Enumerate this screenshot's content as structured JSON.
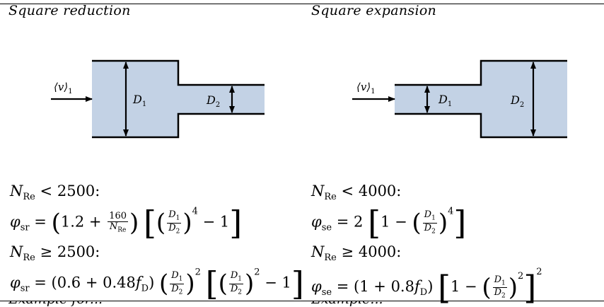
{
  "left": {
    "title": "Square reduction",
    "labels": {
      "v": "⟨v⟩",
      "v_sub": "1",
      "d1": "D",
      "d1_sub": "1",
      "d2": "D",
      "d2_sub": "2"
    },
    "cond1": {
      "lhs": "N",
      "sub": "Re",
      "op": "<",
      "rhs": "2500:"
    },
    "cond2": {
      "lhs": "N",
      "sub": "Re",
      "op": "≥",
      "rhs": "2500:"
    },
    "f1": {
      "phi": "φ",
      "sub": "sr",
      "a": "1.2",
      "num": "160",
      "den": "N",
      "den_sub": "Re",
      "exp": "4",
      "minus": "1"
    },
    "f2": {
      "phi": "φ",
      "sub": "sr",
      "a": "0.6",
      "b": "0.48",
      "fd": "f",
      "fd_sub": "D",
      "exp1": "2",
      "exp2": "2",
      "minus": "1"
    },
    "cut": "Example for..."
  },
  "right": {
    "title": "Square expansion",
    "labels": {
      "v": "⟨v⟩",
      "v_sub": "1",
      "d1": "D",
      "d1_sub": "1",
      "d2": "D",
      "d2_sub": "2"
    },
    "cond1": {
      "lhs": "N",
      "sub": "Re",
      "op": "<",
      "rhs": "4000:"
    },
    "cond2": {
      "lhs": "N",
      "sub": "Re",
      "op": "≥",
      "rhs": "4000:"
    },
    "f1": {
      "phi": "φ",
      "sub": "se",
      "coef": "2",
      "one": "1",
      "exp": "4"
    },
    "f2": {
      "phi": "φ",
      "sub": "se",
      "one": "1",
      "b": "0.8",
      "fd": "f",
      "fd_sub": "D",
      "exp1": "2",
      "exp2": "2"
    },
    "cut": "Example..."
  },
  "colors": {
    "fill": "#c3d2e5",
    "line": "#000000"
  }
}
